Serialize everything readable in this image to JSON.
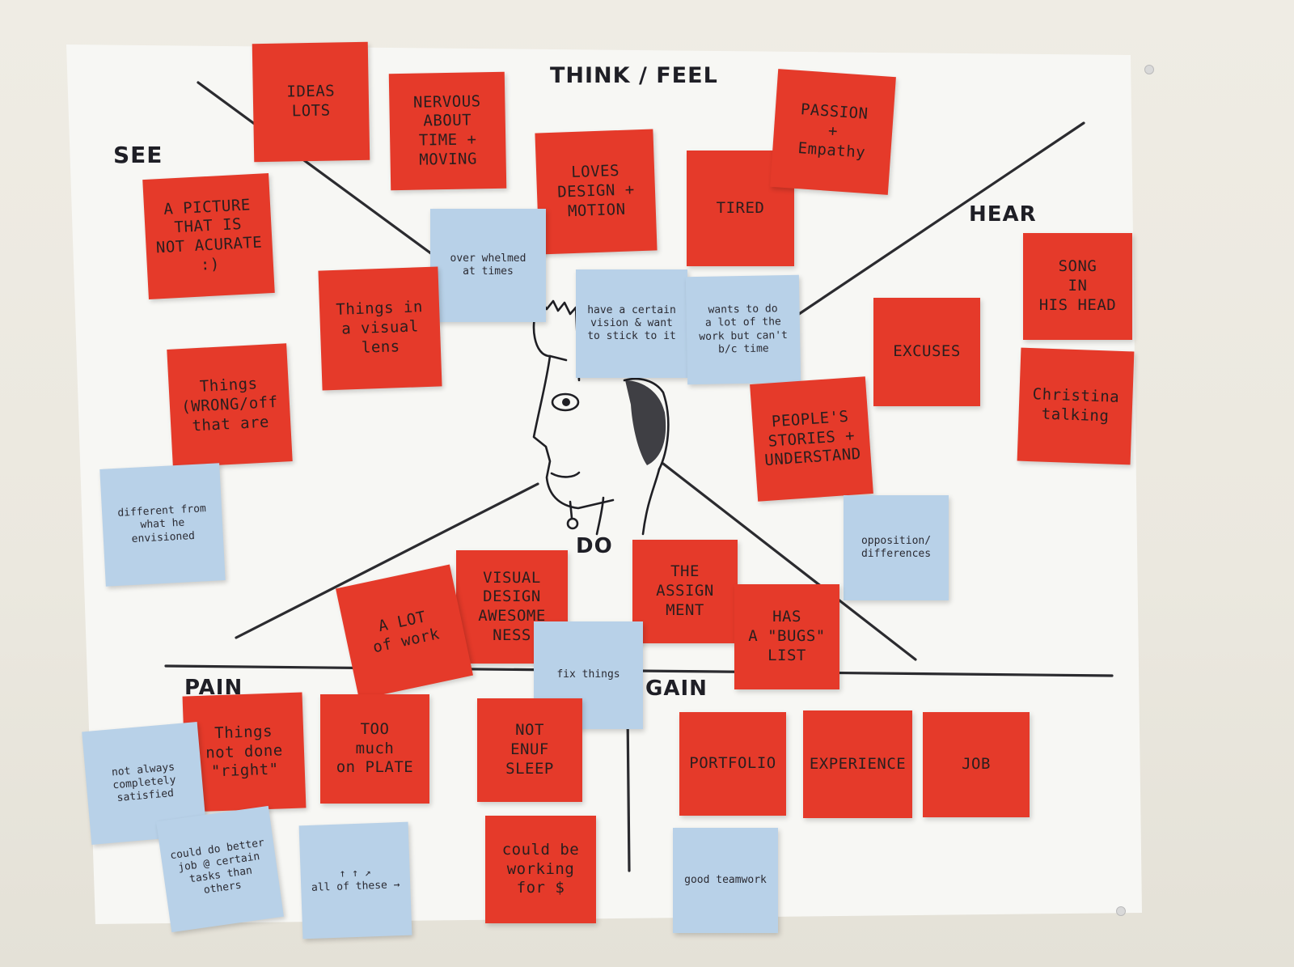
{
  "labels": {
    "think_feel": "THINK / FEEL",
    "see": "SEE",
    "hear": "HEAR",
    "do": "DO",
    "pain": "PAIN",
    "gain": "GAIN"
  },
  "notes": [
    {
      "text": "IDEAS\nLOTS",
      "color": "red"
    },
    {
      "text": "NERVOUS\nABOUT\nTIME +\nMOVING",
      "color": "red"
    },
    {
      "text": "LOVES\nDESIGN +\nMOTION",
      "color": "red"
    },
    {
      "text": "TIRED",
      "color": "red"
    },
    {
      "text": "PASSION\n+\nEmpathy",
      "color": "red"
    },
    {
      "text": "A PICTURE\nTHAT IS\nNOT ACURATE\n:)",
      "color": "red"
    },
    {
      "text": "over whelmed\nat times",
      "color": "blue"
    },
    {
      "text": "Things in\na visual\nlens",
      "color": "red"
    },
    {
      "text": "have a certain\nvision & want\nto stick to it",
      "color": "blue"
    },
    {
      "text": "wants to do\na lot of the\nwork but can't\nb/c time",
      "color": "blue"
    },
    {
      "text": "SONG\nIN\nHIS HEAD",
      "color": "red"
    },
    {
      "text": "EXCUSES",
      "color": "red"
    },
    {
      "text": "Things\n(WRONG/off\nthat are",
      "color": "red"
    },
    {
      "text": "Christina\ntalking",
      "color": "red"
    },
    {
      "text": "PEOPLE'S\nSTORIES +\nUNDERSTAND",
      "color": "red"
    },
    {
      "text": "different from\nwhat he envisioned",
      "color": "blue"
    },
    {
      "text": "opposition/\ndifferences",
      "color": "blue"
    },
    {
      "text": "THE\nASSIGN\nMENT",
      "color": "red"
    },
    {
      "text": "VISUAL\nDESIGN\nAWESOME\nNESS",
      "color": "red"
    },
    {
      "text": "A LOT\nof work",
      "color": "red"
    },
    {
      "text": "HAS\nA \"BUGS\"\nLIST",
      "color": "red"
    },
    {
      "text": "fix things",
      "color": "blue"
    },
    {
      "text": "Things\nnot done\n\"right\"",
      "color": "red"
    },
    {
      "text": "TOO\nmuch\non PLATE",
      "color": "red"
    },
    {
      "text": "NOT\nENUF\nSLEEP",
      "color": "red"
    },
    {
      "text": "PORTFOLIO",
      "color": "red"
    },
    {
      "text": "EXPERIENCE",
      "color": "red"
    },
    {
      "text": "JOB",
      "color": "red"
    },
    {
      "text": "not always\ncompletely\nsatisfied",
      "color": "blue"
    },
    {
      "text": "could do better\njob @ certain\ntasks than\nothers",
      "color": "blue"
    },
    {
      "text": "↑  ↑  ↗\nall of these →",
      "color": "blue"
    },
    {
      "text": "could be\nworking\nfor $",
      "color": "red"
    },
    {
      "text": "good teamwork",
      "color": "blue"
    }
  ]
}
